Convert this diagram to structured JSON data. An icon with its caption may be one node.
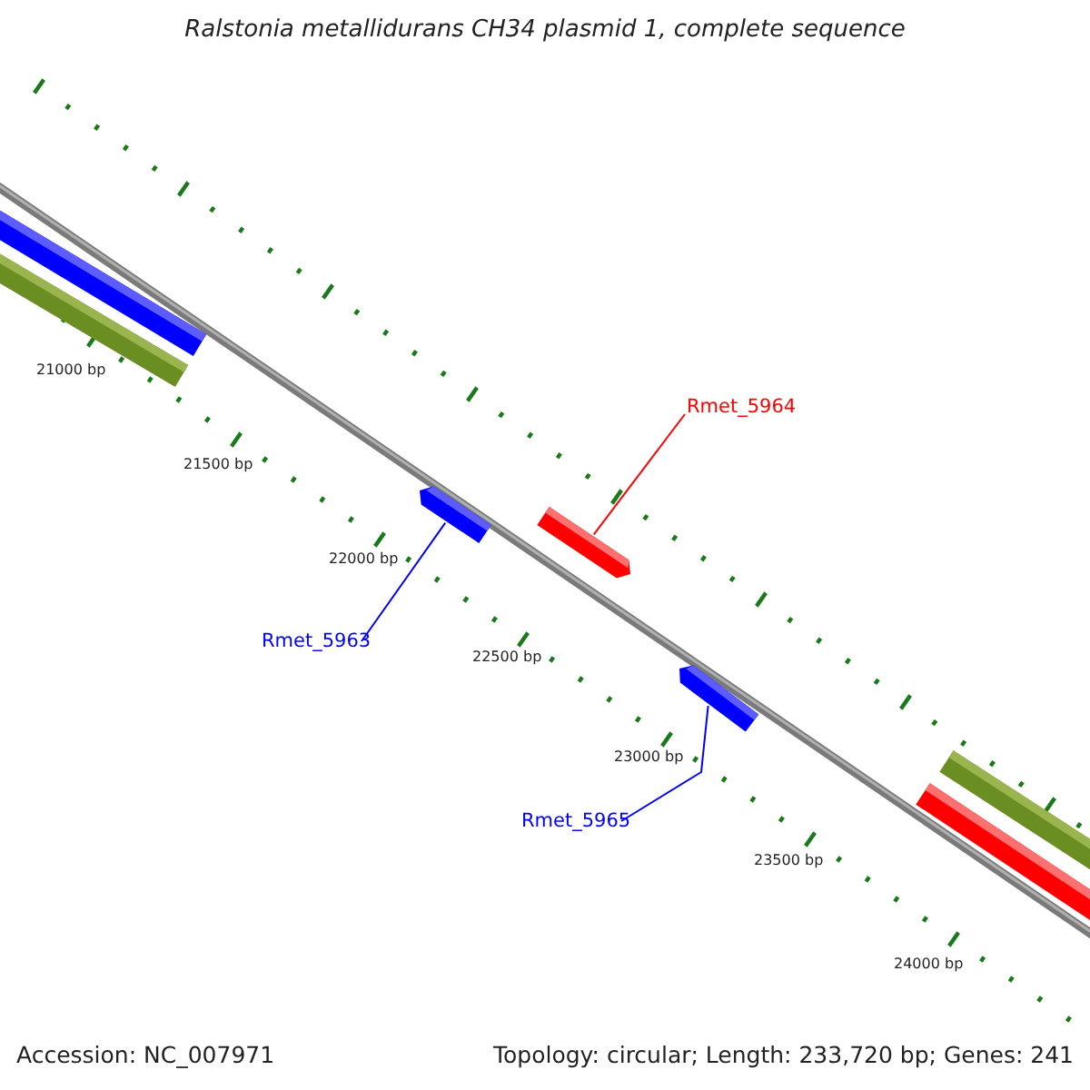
{
  "diagram": {
    "title": "Ralstonia metallidurans CH34 plasmid 1, complete sequence",
    "nodes": [
      {
        "text": [],
        "shape": "bar"
      },
      {
        "text": [],
        "shape": "bar"
      },
      {
        "text": [],
        "shape": "bar"
      },
      {
        "text": [],
        "shape": "bar"
      },
      {
        "text": [],
        "shape": "bar"
      },
      {
        "text": [],
        "shape": "bar"
      },
      {
        "text": [],
        "shape": "bar"
      },
      {
        "text": [
          "Rmet_5964"
        ]
      },
      {
        "text": [
          "Rmet_5963"
        ]
      },
      {
        "text": [
          "Rmet_5965"
        ]
      }
    ],
    "edges": [
      {
        "from": 7,
        "to": 3,
        "arrow": "none",
        "color": "#ff0000"
      },
      {
        "from": 8,
        "to": 2,
        "arrow": "none",
        "color": "#0000ff"
      },
      {
        "from": 9,
        "to": 4,
        "arrow": "none",
        "color": "#0000ff"
      }
    ],
    "labels": [
      "21000 bp",
      "21500 bp",
      "22000 bp",
      "22500 bp",
      "23000 bp",
      "23500 bp",
      "24000 bp",
      "Accession: NC_007971",
      "Topology: circular; Length: 233,720 bp; Genes: 241"
    ]
  }
}
